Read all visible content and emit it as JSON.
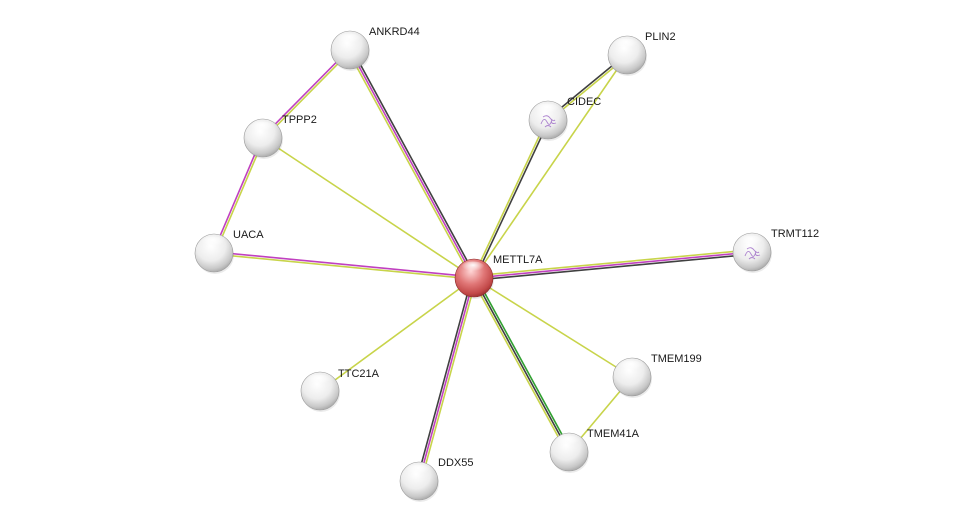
{
  "network": {
    "nodes": [
      {
        "id": "METTL7A",
        "label": "METTL7A",
        "query": true,
        "structure": false
      },
      {
        "id": "ANKRD44",
        "label": "ANKRD44",
        "query": false,
        "structure": false
      },
      {
        "id": "PLIN2",
        "label": "PLIN2",
        "query": false,
        "structure": false
      },
      {
        "id": "CIDEC",
        "label": "CIDEC",
        "query": false,
        "structure": true
      },
      {
        "id": "TPPP2",
        "label": "TPPP2",
        "query": false,
        "structure": false
      },
      {
        "id": "UACA",
        "label": "UACA",
        "query": false,
        "structure": false
      },
      {
        "id": "TRMT112",
        "label": "TRMT112",
        "query": false,
        "structure": true
      },
      {
        "id": "TMEM199",
        "label": "TMEM199",
        "query": false,
        "structure": false
      },
      {
        "id": "TTC21A",
        "label": "TTC21A",
        "query": false,
        "structure": false
      },
      {
        "id": "TMEM41A",
        "label": "TMEM41A",
        "query": false,
        "structure": false
      },
      {
        "id": "DDX55",
        "label": "DDX55",
        "query": false,
        "structure": false
      }
    ],
    "edges": [
      {
        "from": "METTL7A",
        "to": "ANKRD44",
        "colors": [
          "#c8d44a",
          "#c040c0",
          "#404040"
        ]
      },
      {
        "from": "METTL7A",
        "to": "CIDEC",
        "colors": [
          "#c8d44a",
          "#404040"
        ]
      },
      {
        "from": "METTL7A",
        "to": "PLIN2",
        "colors": [
          "#c8d44a"
        ]
      },
      {
        "from": "METTL7A",
        "to": "TPPP2",
        "colors": [
          "#c8d44a"
        ]
      },
      {
        "from": "METTL7A",
        "to": "UACA",
        "colors": [
          "#c8d44a",
          "#c040c0"
        ]
      },
      {
        "from": "METTL7A",
        "to": "TRMT112",
        "colors": [
          "#c8d44a",
          "#c040c0",
          "#404040"
        ]
      },
      {
        "from": "METTL7A",
        "to": "TMEM199",
        "colors": [
          "#c8d44a"
        ]
      },
      {
        "from": "METTL7A",
        "to": "TTC21A",
        "colors": [
          "#c8d44a"
        ]
      },
      {
        "from": "METTL7A",
        "to": "TMEM41A",
        "colors": [
          "#30a030",
          "#404040",
          "#c8d44a"
        ]
      },
      {
        "from": "METTL7A",
        "to": "DDX55",
        "colors": [
          "#c8d44a",
          "#c040c0",
          "#404040"
        ]
      },
      {
        "from": "ANKRD44",
        "to": "TPPP2",
        "colors": [
          "#c8d44a",
          "#c040c0"
        ]
      },
      {
        "from": "TPPP2",
        "to": "UACA",
        "colors": [
          "#c8d44a",
          "#c040c0"
        ]
      },
      {
        "from": "PLIN2",
        "to": "CIDEC",
        "colors": [
          "#c8d44a",
          "#404040"
        ]
      },
      {
        "from": "TMEM199",
        "to": "TMEM41A",
        "colors": [
          "#c8d44a"
        ]
      }
    ],
    "colors": {
      "query_node": "#d65a5a",
      "node": "#e8e8e8",
      "structure_glyph": "#a070c8"
    }
  }
}
